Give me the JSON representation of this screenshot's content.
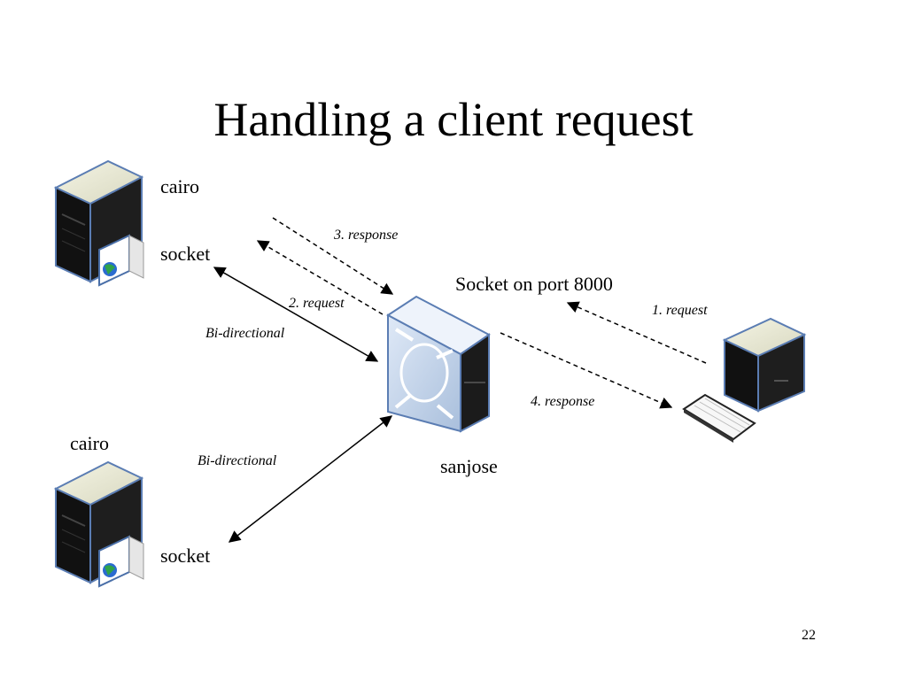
{
  "slide": {
    "title": "Handling a client request",
    "page_number": "22"
  },
  "nodes": {
    "top_host": {
      "name": "cairo",
      "socket": "socket"
    },
    "bottom_host": {
      "name": "cairo",
      "socket": "socket"
    },
    "server": {
      "name": "sanjose",
      "port_label": "Socket on port 8000"
    }
  },
  "edges": {
    "top_link": "Bi-directional",
    "bottom_link": "Bi-directional",
    "step1": "1. request",
    "step2": "2. request",
    "step3": "3. response",
    "step4": "4. response"
  }
}
